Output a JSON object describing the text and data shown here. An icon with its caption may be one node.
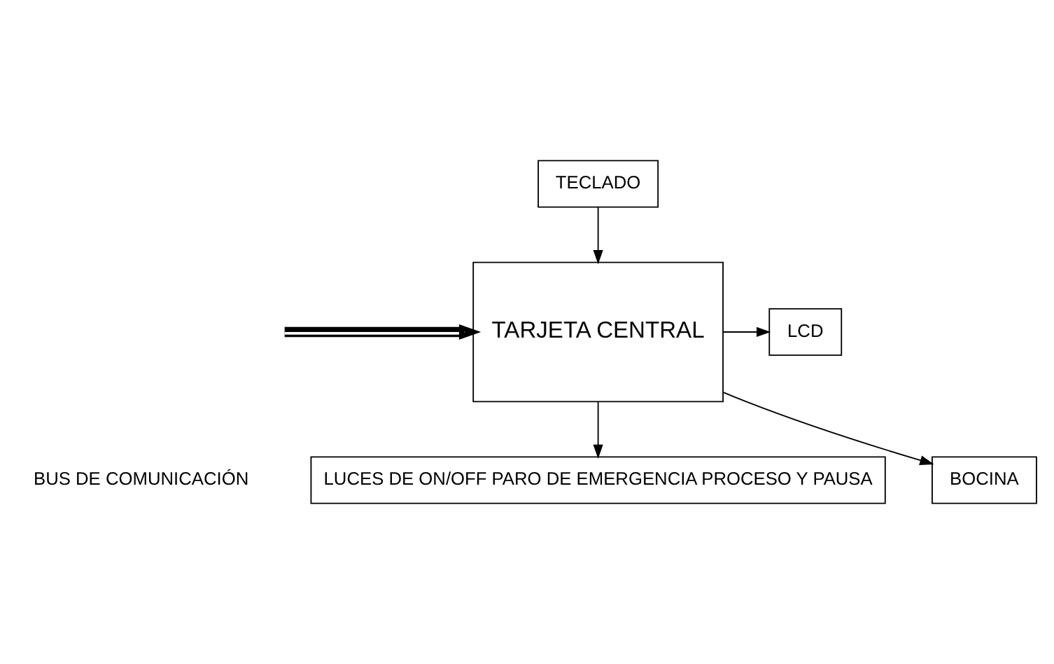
{
  "diagram": {
    "nodes": [
      {
        "text": [
          "TECLADO"
        ]
      },
      {
        "text": [
          "LCD"
        ]
      },
      {
        "text": [
          "TARJETA CENTRAL"
        ]
      },
      {
        "text": [
          "BOCINA"
        ]
      },
      {
        "text": [
          "LUCES DE ON/OFF PARO DE EMERGENCIA PROCESO Y PAUSA"
        ]
      }
    ],
    "edges": [
      {
        "from": 0,
        "to": 2,
        "arrow": "to"
      },
      {
        "from": 2,
        "to": 1,
        "arrow": "to"
      },
      {
        "from": 2,
        "to": 3,
        "arrow": "to"
      },
      {
        "from": 2,
        "to": 4,
        "arrow": "to"
      },
      {
        "from": null,
        "to": 2,
        "arrow": "to",
        "style": "thick"
      }
    ],
    "labels": [
      "BUS DE COMUNICACIÓN"
    ]
  }
}
